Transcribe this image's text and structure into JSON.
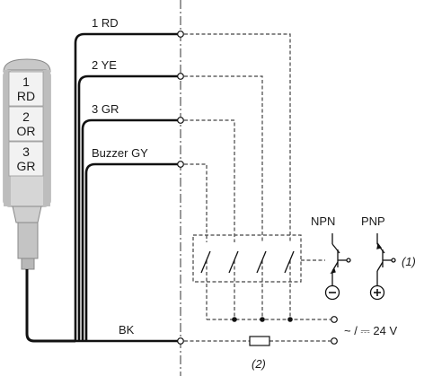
{
  "stack_light": {
    "segments": [
      {
        "num": "1",
        "color": "RD"
      },
      {
        "num": "2",
        "color": "OR"
      },
      {
        "num": "3",
        "color": "GR"
      }
    ]
  },
  "wires": {
    "w1": "1 RD",
    "w2": "2 YE",
    "w3": "3 GR",
    "buzzer": "Buzzer GY",
    "common": "BK"
  },
  "transistors": {
    "npn": "NPN",
    "pnp": "PNP",
    "npn_polarity": "⊖",
    "pnp_polarity": "⊕",
    "note_1": "(1)"
  },
  "supply": {
    "label": "~ / ⎓ 24 V",
    "fuse_note": "(2)"
  }
}
